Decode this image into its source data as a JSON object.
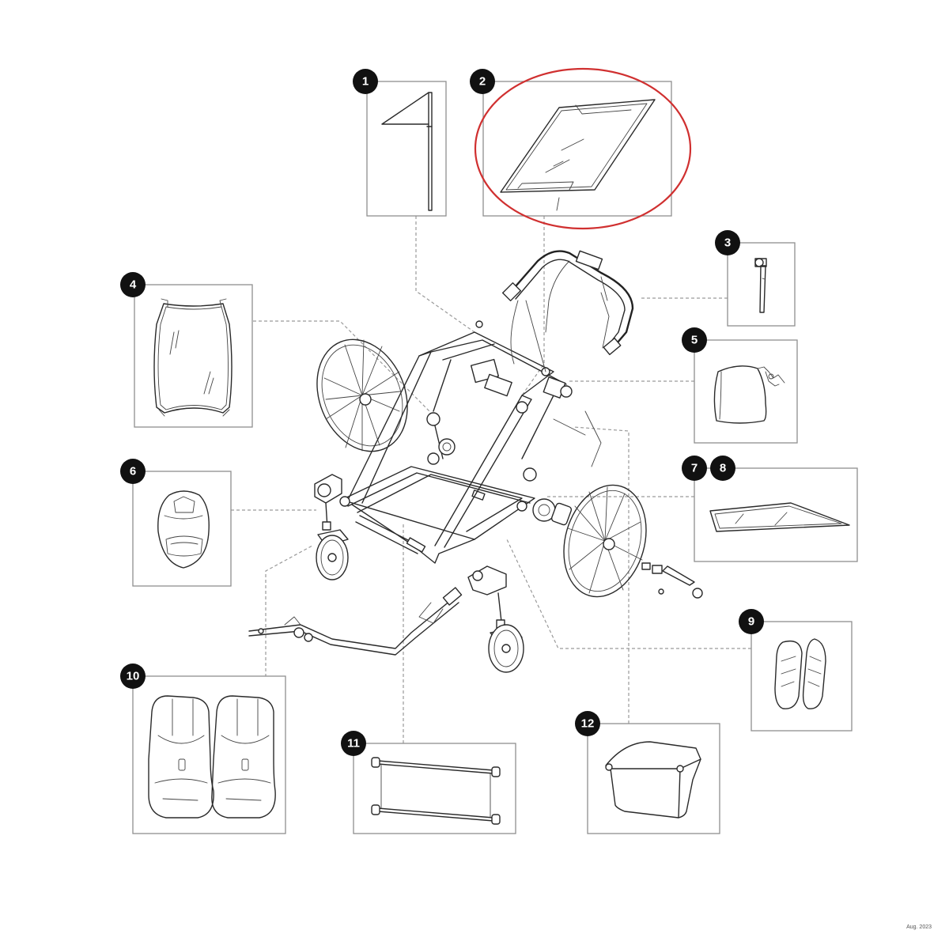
{
  "callouts": [
    "1",
    "2",
    "3",
    "4",
    "5",
    "6",
    "7",
    "8",
    "9",
    "10",
    "11",
    "12"
  ],
  "highlight_color": "#d03030",
  "footnote": "Aug. 2023"
}
